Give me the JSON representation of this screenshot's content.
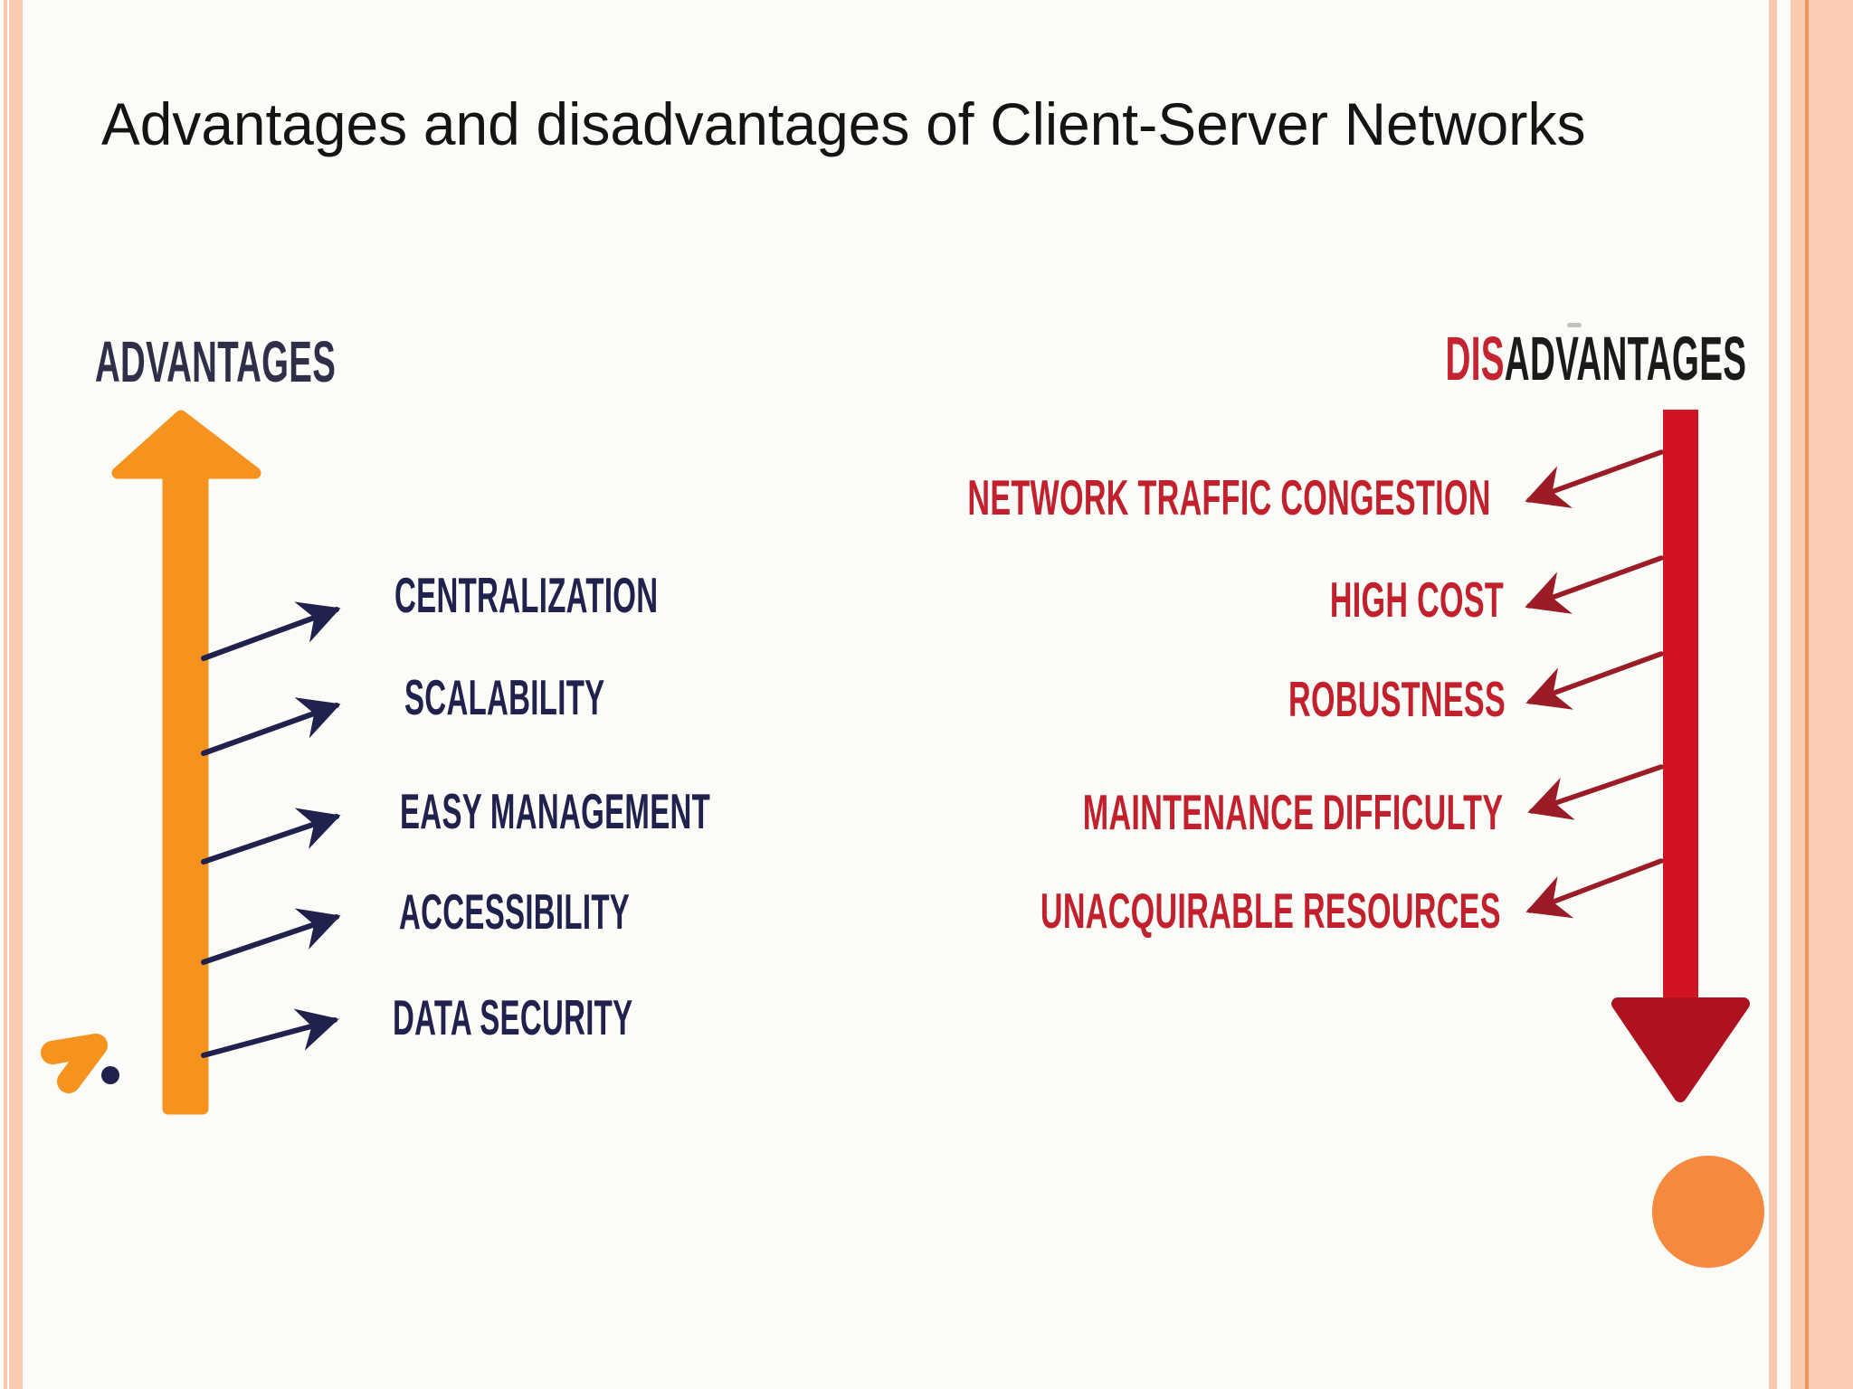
{
  "title": "Advantages and disadvantages of Client-Server Networks",
  "advantages": {
    "header": "ADVANTAGES",
    "items": [
      "CENTRALIZATION",
      "SCALABILITY",
      "EASY MANAGEMENT",
      "ACCESSIBILITY",
      "DATA SECURITY"
    ]
  },
  "disadvantages": {
    "header_prefix": "DIS",
    "header_rest": "ADVANTAGES",
    "items": [
      "NETWORK TRAFFIC CONGESTION",
      "HIGH COST",
      "ROBUSTNESS",
      "MAINTENANCE DIFFICULTY",
      "UNACQUIRABLE RESOURCES"
    ]
  },
  "icons": [
    "up-arrow-icon",
    "down-arrow-icon",
    "logo-7-icon"
  ],
  "colors": {
    "bg": "#fbfcf8",
    "title-ink": "#141414",
    "header-navy": "#2f2f49",
    "navy": "#21214e",
    "red-text": "#c2202c",
    "red-dis": "#c42430",
    "dis-black": "#1b1b1b",
    "red-shaft": "#d01424",
    "red-head": "#ae1220",
    "red-line": "#9b1b26",
    "orange": "#f6921e",
    "circle": "#f68940",
    "peach-light": "#f8c8ae",
    "peach-band": "#facbb1",
    "peach-dark": "#ee9659",
    "peach-wide": "#fcccb6",
    "gray-dash": "#bfc3c1"
  }
}
